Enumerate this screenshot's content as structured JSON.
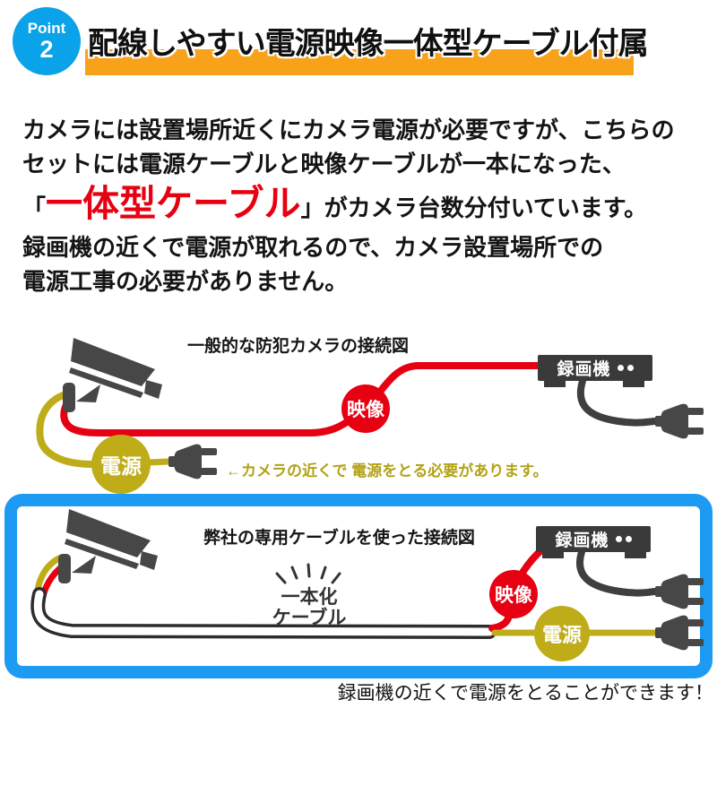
{
  "badge": {
    "top": "Point",
    "number": "2"
  },
  "header": {
    "title": "配線しやすい電源映像一体型ケーブル付属"
  },
  "intro": {
    "line1": "カメラには設置場所近くにカメラ電源が必要ですが、こちらの",
    "line2": "セットには電源ケーブルと映像ケーブルが一本になった、",
    "line3_prefix": "「",
    "line3_highlight": "一体型ケーブル",
    "line3_suffix": "」がカメラ台数分付いています。",
    "line4": "録画機の近くで電源が取れるので、カメラ設置場所での",
    "line5": "電源工事の必要がありません。"
  },
  "diagram_generic": {
    "title": "一般的な防犯カメラの接続図",
    "video_badge": "映像",
    "power_badge": "電源",
    "recorder": "録画機",
    "note": "←カメラの近くで 電源をとる必要があります。"
  },
  "diagram_integrated": {
    "title": "弊社の専用ケーブルを使った接続図",
    "cable_label_1": "一本化",
    "cable_label_2": "ケーブル",
    "video_badge": "映像",
    "power_badge": "電源",
    "recorder": "録画機"
  },
  "footer": {
    "note": "録画機の近くで電源をとることができます！"
  },
  "colors": {
    "badge_blue": "#0aa2e8",
    "header_orange": "#f7a21a",
    "accent_red": "#e60012",
    "power_olive": "#bead18",
    "frame_blue": "#1d9af2",
    "icon_gray": "#474747",
    "recorder_gray": "#3a3a3a"
  }
}
